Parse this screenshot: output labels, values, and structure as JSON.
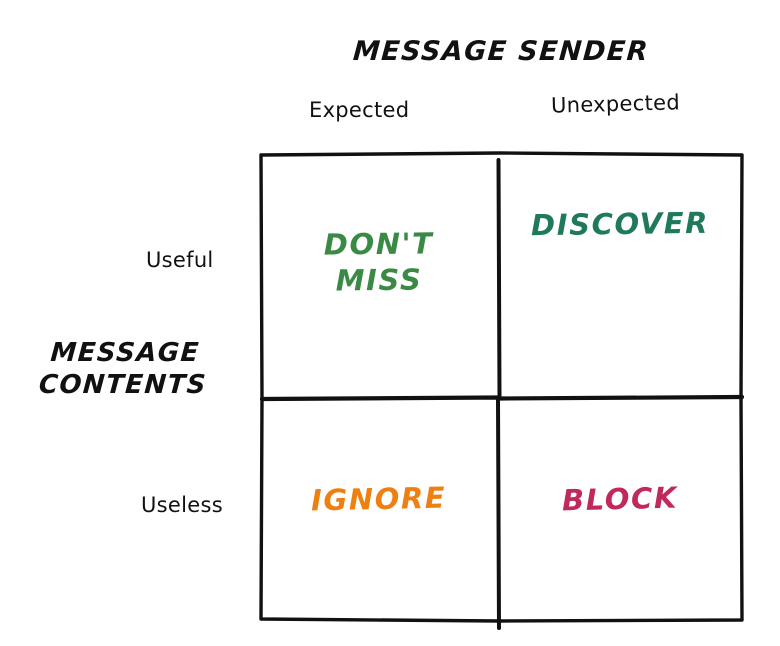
{
  "chart_data": {
    "type": "table",
    "title": "MESSAGE SENDER",
    "xlabel": "MESSAGE SENDER",
    "ylabel": "MESSAGE CONTENTS",
    "x_categories": [
      "Expected",
      "Unexpected"
    ],
    "y_categories": [
      "Useful",
      "Useless"
    ],
    "grid": true,
    "legend": "none",
    "cells": [
      {
        "row": "Useful",
        "col": "Expected",
        "label": "DON'T\nMISS",
        "color": "#3a8a45"
      },
      {
        "row": "Useful",
        "col": "Unexpected",
        "label": "DISCOVER",
        "color": "#1f7a5c"
      },
      {
        "row": "Useless",
        "col": "Expected",
        "label": "IGNORE",
        "color": "#ee8012"
      },
      {
        "row": "Useless",
        "col": "Unexpected",
        "label": "BLOCK",
        "color": "#c0295c"
      }
    ]
  },
  "diagram": {
    "title": "MESSAGE SENDER",
    "y_axis_title_line1": "MESSAGE",
    "y_axis_title_line2": "CONTENTS",
    "columns": {
      "left": "Expected",
      "right": "Unexpected"
    },
    "rows": {
      "top": "Useful",
      "bottom": "Useless"
    },
    "quadrants": {
      "top_left": "DON'T\nMISS",
      "top_right": "DISCOVER",
      "bottom_left": "IGNORE",
      "bottom_right": "BLOCK"
    },
    "colors": {
      "dont_miss": "#3a8a45",
      "discover": "#1f7a5c",
      "ignore": "#ee8012",
      "block": "#c0295c",
      "ink": "#111111",
      "background": "#ffffff"
    }
  }
}
